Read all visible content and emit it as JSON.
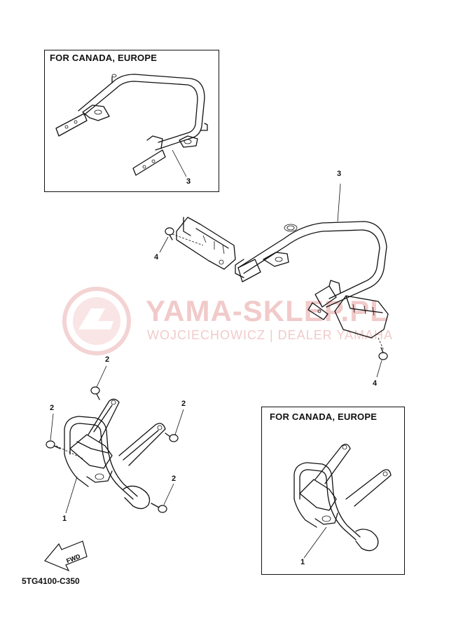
{
  "watermark": {
    "title": "YAMA-SKLEP.PL",
    "subtitle": "WOJCIECHOWICZ | DEALER YAMAHA"
  },
  "insets": [
    {
      "title": "FOR CANADA, EUROPE",
      "callout": "3"
    },
    {
      "title": "FOR CANADA, EUROPE",
      "callout": "1"
    }
  ],
  "callouts": {
    "rear_rack": "3",
    "rear_bolt_left": "4",
    "rear_bolt_right": "4",
    "front_bolt_top": "2",
    "front_bolt_left": "2",
    "front_bolt_right": "2",
    "front_bolt_bottom": "2",
    "front_guard": "1"
  },
  "fwd_label": "FWD",
  "diagram_code": "5TG4100-C350",
  "colors": {
    "line": "#111111",
    "watermark": "#e6a0a0"
  }
}
